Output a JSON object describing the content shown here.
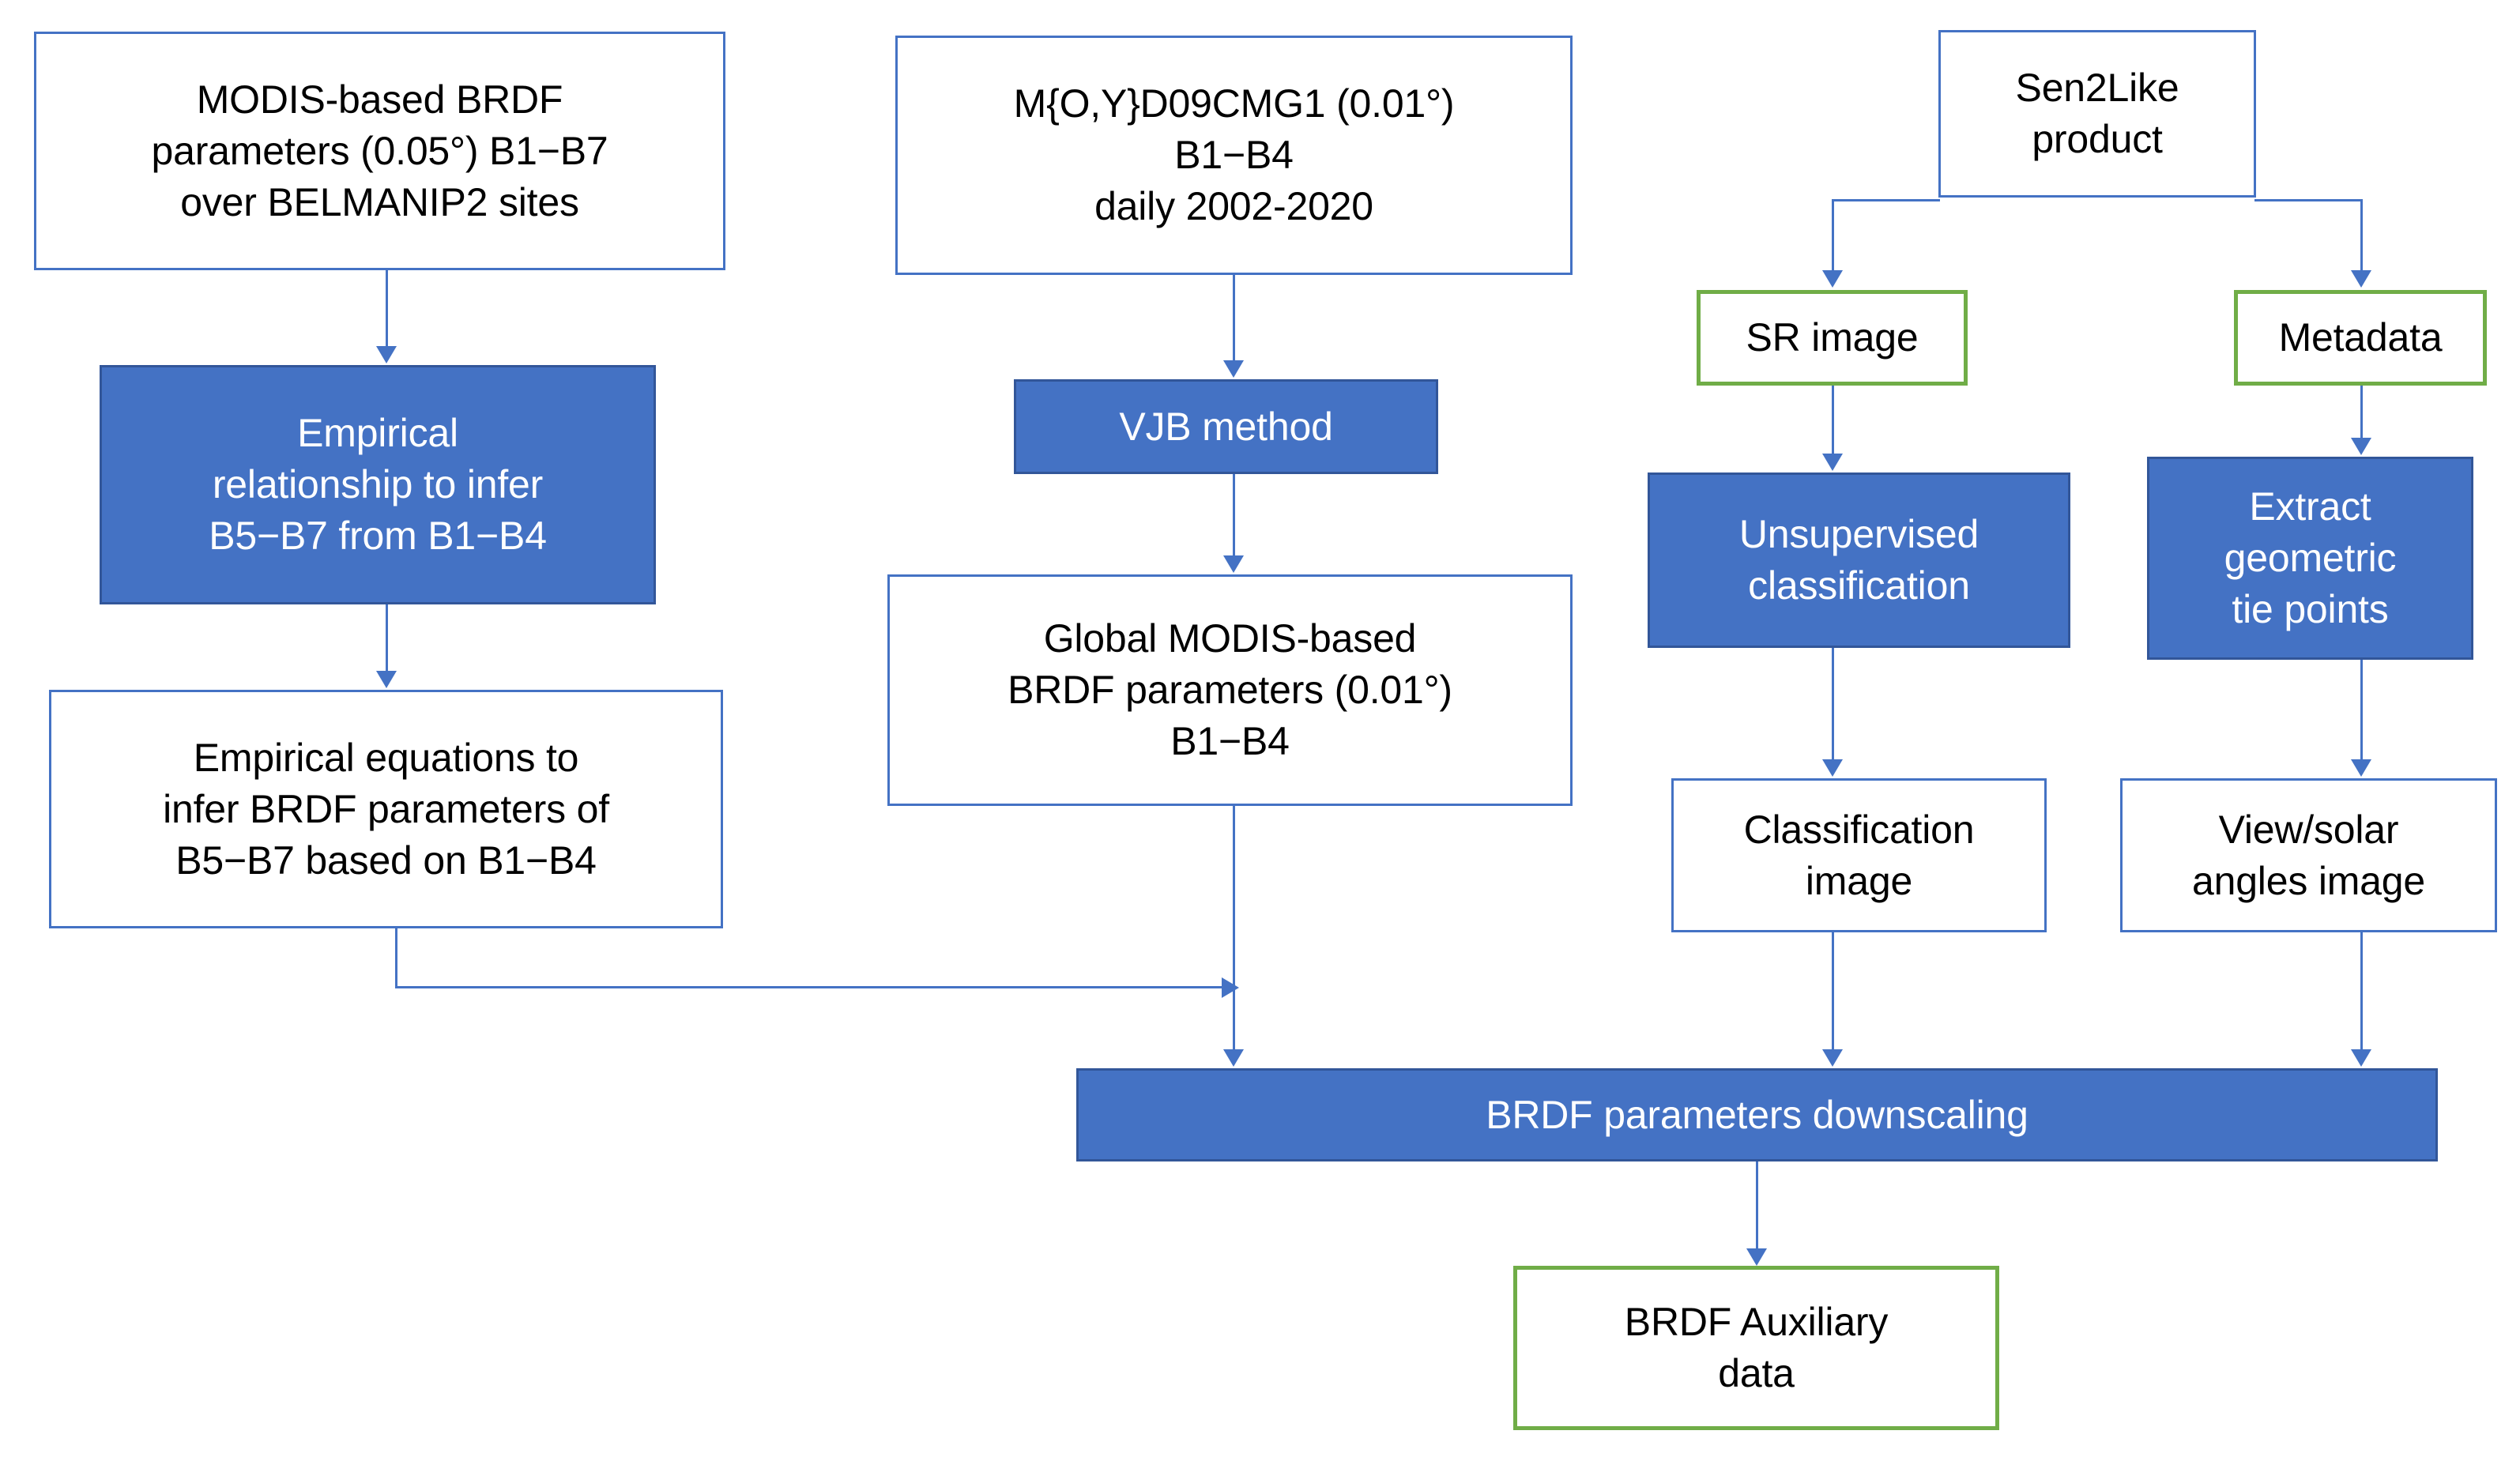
{
  "diagram": {
    "title": "BRDF auxiliary data production flowchart",
    "colors": {
      "process_fill": "#4472C4",
      "process_border": "#325699",
      "data_border": "#4472C4",
      "output_border": "#70AD47",
      "connector": "#4472C4",
      "background": "#FFFFFF"
    },
    "nodes": {
      "modis_brdf_params": "MODIS-based BRDF\nparameters (0.05°) B1−B7\nover BELMANIP2 sites",
      "empirical_relationship": "Empirical\nrelationship to infer\nB5−B7 from B1−B4",
      "empirical_equations": "Empirical equations to\ninfer BRDF parameters of\nB5−B7 based on B1−B4",
      "mod09cmg1": "M{O,Y}D09CMG1 (0.01°)\nB1−B4\ndaily 2002-2020",
      "vjb_method": "VJB method",
      "global_modis_brdf": "Global MODIS-based\nBRDF parameters (0.01°)\nB1−B4",
      "sen2like_product": "Sen2Like\nproduct",
      "sr_image": "SR image",
      "metadata": "Metadata",
      "unsupervised_classification": "Unsupervised\nclassification",
      "extract_geometric_tie_points": "Extract\ngeometric\ntie points",
      "classification_image": "Classification\nimage",
      "view_solar_angles_image": "View/solar\nangles image",
      "brdf_downscaling": "BRDF parameters downscaling",
      "brdf_auxiliary_data": "BRDF Auxiliary\ndata"
    }
  }
}
